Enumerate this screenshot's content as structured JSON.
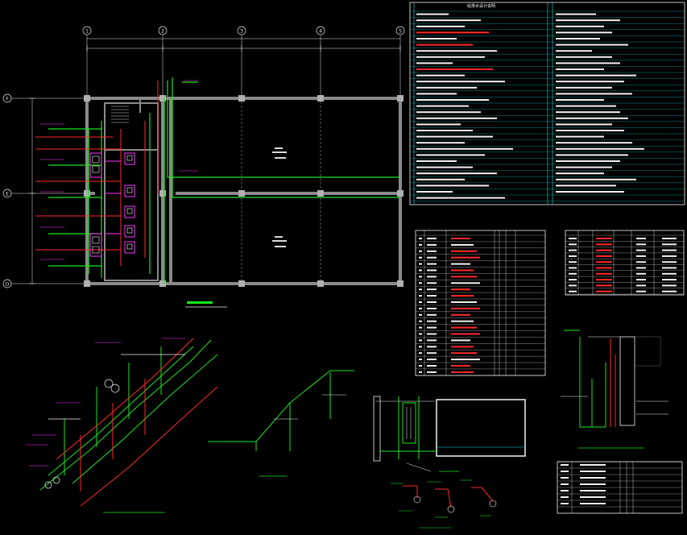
{
  "drawing": {
    "background": "#000000",
    "colors": {
      "wall": "#8a8a8a",
      "grid": "#e8e8e8",
      "green": "#19e619",
      "red": "#ff2a2a",
      "magenta": "#ff33ff",
      "cyan": "#21e0e0",
      "white": "#f2f2f2",
      "yellow": "#e8e800"
    },
    "grid_bubbles_top": [
      "1",
      "2",
      "3",
      "4",
      "5"
    ],
    "grid_bubbles_left": [
      "F",
      "E",
      "D"
    ],
    "notes_title": "给排水设计说明"
  }
}
